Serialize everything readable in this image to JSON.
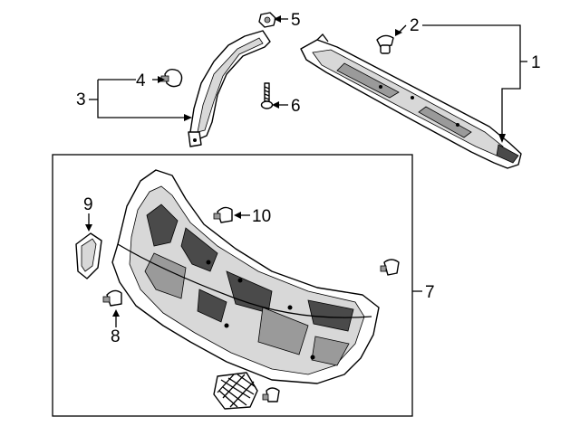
{
  "diagram": {
    "callouts": {
      "c1": "1",
      "c2": "2",
      "c3": "3",
      "c4": "4",
      "c5": "5",
      "c6": "6",
      "c7": "7",
      "c8": "8",
      "c9": "9",
      "c10": "10"
    },
    "parts": [
      {
        "callout": "1",
        "depicts": "upper garnish trim strip"
      },
      {
        "callout": "2",
        "depicts": "push clip"
      },
      {
        "callout": "3",
        "depicts": "side trim bracket"
      },
      {
        "callout": "4",
        "depicts": "push clip"
      },
      {
        "callout": "5",
        "depicts": "nut"
      },
      {
        "callout": "6",
        "depicts": "screw"
      },
      {
        "callout": "7",
        "depicts": "trunk lid trim panel"
      },
      {
        "callout": "8",
        "depicts": "push clip"
      },
      {
        "callout": "9",
        "depicts": "cover"
      },
      {
        "callout": "10",
        "depicts": "push clip"
      }
    ],
    "colors": {
      "line": "#000000",
      "background": "#ffffff"
    }
  }
}
